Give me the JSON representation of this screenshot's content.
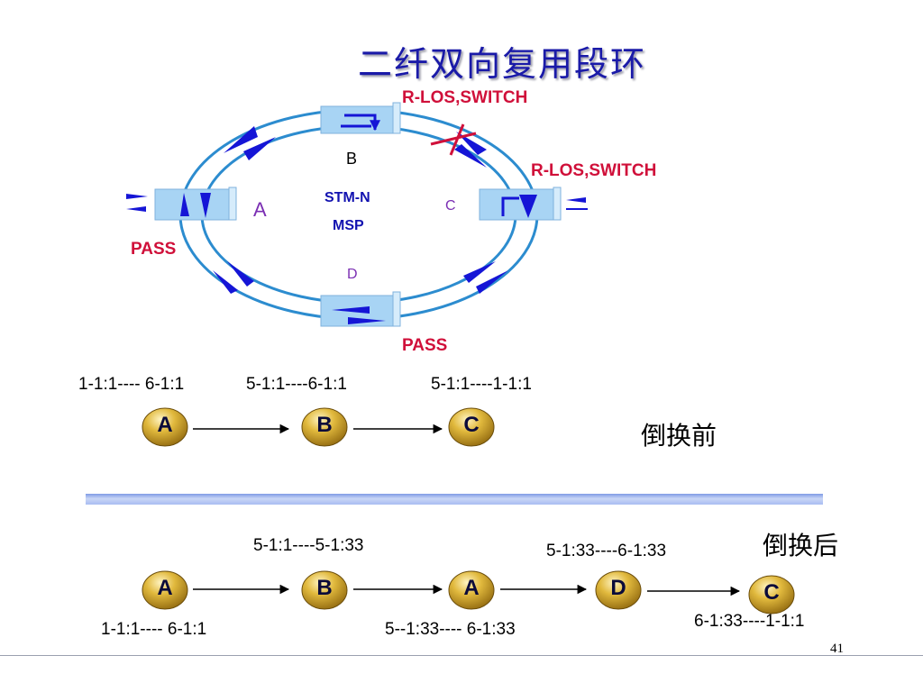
{
  "title": "二纤双向复用段环",
  "ring": {
    "nodes": {
      "A": "A",
      "B": "B",
      "C": "C",
      "D": "D"
    },
    "center_line1": "STM-N",
    "center_line2": "MSP",
    "status_B": "R-LOS,SWITCH",
    "status_C": "R-LOS,SWITCH",
    "status_A": "PASS",
    "status_D": "PASS"
  },
  "before": {
    "label": "倒换前",
    "nodes": [
      "A",
      "B",
      "C"
    ],
    "conn": [
      "1-1:1---- 6-1:1",
      "5-1:1----6-1:1",
      "5-1:1----1-1:1"
    ]
  },
  "after": {
    "label": "倒换后",
    "nodes": [
      "A",
      "B",
      "A",
      "D",
      "C"
    ],
    "conn": [
      "1-1:1---- 6-1:1",
      "5-1:1----5-1:33",
      "5--1:33---- 6-1:33",
      "5-1:33----6-1:33",
      "6-1:33----1-1:1"
    ]
  },
  "page_number": "41",
  "colors": {
    "ring": "#2c8ccf",
    "arrow": "#1515d6",
    "red": "#d0103a",
    "node_box": "#a8d4f4",
    "badge": "#c9a02a"
  }
}
